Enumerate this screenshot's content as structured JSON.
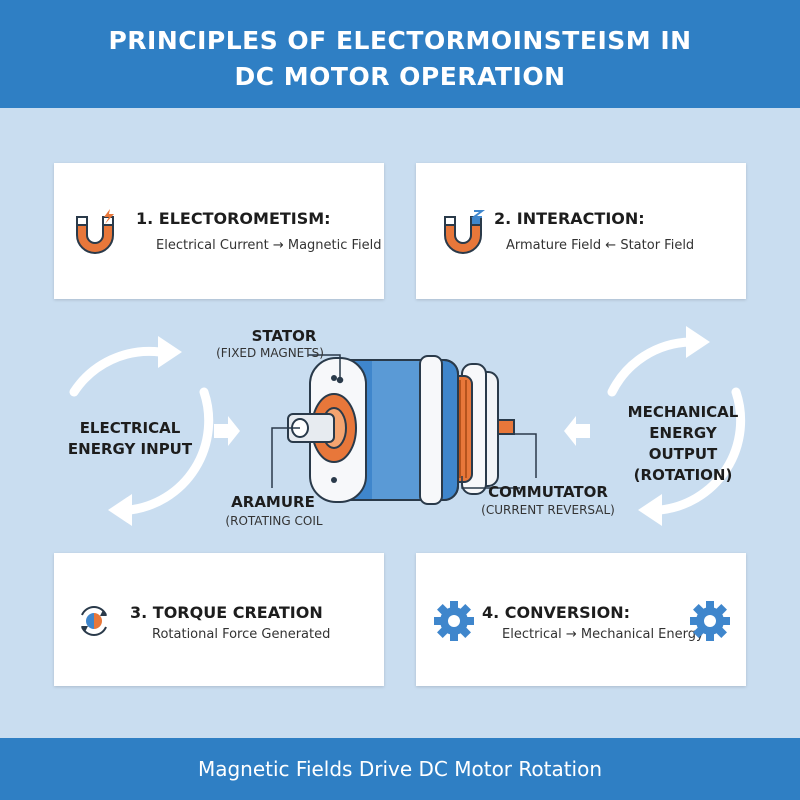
{
  "header": {
    "title_line1": "PRINCIPLES OF ELECTORMOINSTEISM IN",
    "title_line2": "DC MOTOR OPERATION"
  },
  "cards": [
    {
      "number_title": "1. ELECTOROMETISM:",
      "description": "Electrical Current → Magnetic Field",
      "icon": "magnet-icon"
    },
    {
      "number_title": "2. INTERACTION:",
      "description": "Armature Field ← Stator Field",
      "icon": "magnet-icon"
    },
    {
      "number_title": "3. TORQUE CREATION",
      "description": "Rotational Force Generated",
      "icon": "rotation-icon"
    },
    {
      "number_title": "4. CONVERSION:",
      "description": "Electrical → Mechanical Energy",
      "icon": "gear-icon"
    }
  ],
  "left_cycle": {
    "line1": "ELECTRICAL",
    "line2": "ENERGY INPUT"
  },
  "right_cycle": {
    "line1": "MECHANICAL",
    "line2": "ENERGY OUTPUT",
    "line3": "(ROTATION)"
  },
  "motor_labels": {
    "stator": "STATOR",
    "stator_sub": "(FIXED MAGNETS)",
    "armature": "ARAMURE",
    "armature_sub": "(ROTATING COIL",
    "commutator": "COMMUTATOR",
    "commutator_sub": "(CURRENT REVERSAL)"
  },
  "footer": {
    "caption": "Magnetic Fields Drive DC Motor Rotation"
  },
  "colors": {
    "header_blue": "#2f7fc4",
    "background": "#c9ddf0",
    "accent_orange": "#e8773a",
    "motor_blue": "#3f86cc"
  }
}
